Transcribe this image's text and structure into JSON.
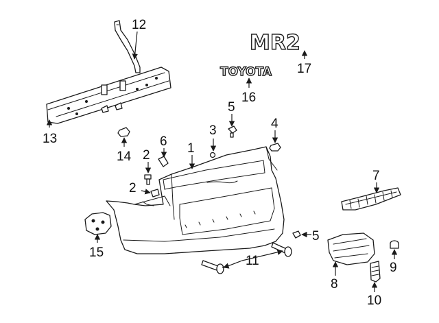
{
  "callouts": [
    "1",
    "2",
    "2",
    "3",
    "4",
    "5",
    "5",
    "6",
    "7",
    "8",
    "9",
    "10",
    "11",
    "12",
    "13",
    "14",
    "15",
    "16",
    "17"
  ],
  "emblems": {
    "toyota": "TOYOTA",
    "mr2": "MR2"
  },
  "colors": {
    "line": "#1a1a1a",
    "background": "#ffffff"
  }
}
